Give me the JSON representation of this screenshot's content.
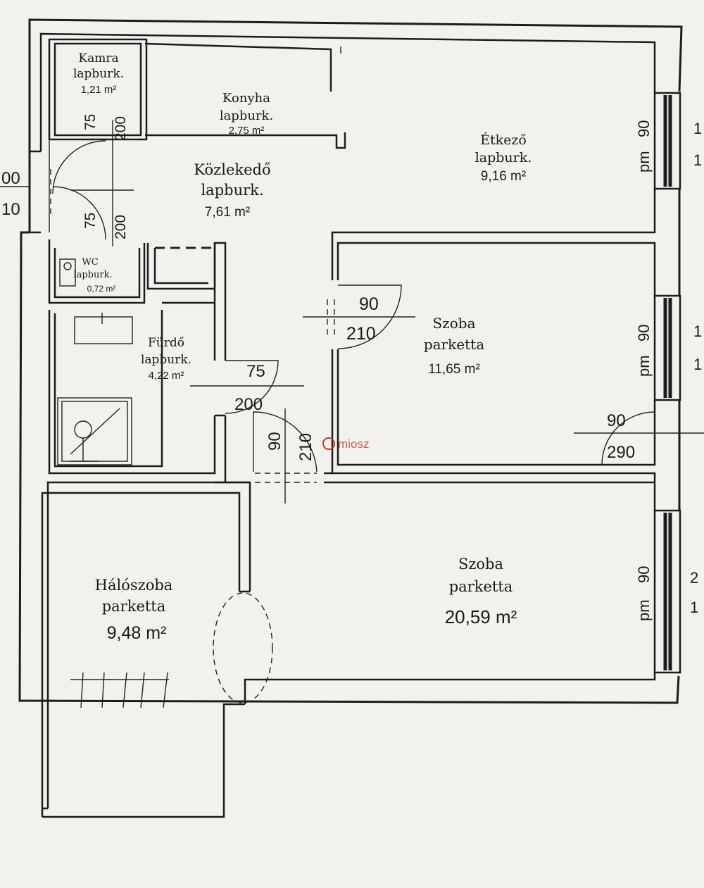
{
  "rooms": {
    "kamra": {
      "name": "Kamra",
      "finish": "lapburk.",
      "area": "1,21 m²"
    },
    "konyha": {
      "name": "Konyha",
      "finish": "lapburk.",
      "area": "2,75 m²"
    },
    "etkezo": {
      "name": "Étkező",
      "finish": "lapburk.",
      "area": "9,16 m²"
    },
    "kozleked": {
      "name": "Közlekedő",
      "finish": "lapburk.",
      "area": "7,61 m²"
    },
    "wc": {
      "name": "WC",
      "finish": "lapburk.",
      "area": "0,72 m²"
    },
    "furdo": {
      "name": "Fürdő",
      "finish": "lapburk.",
      "area": "4,22 m²"
    },
    "szoba1": {
      "name": "Szoba",
      "finish": "parketta",
      "area": "11,65 m²"
    },
    "haloszoba": {
      "name": "Hálószoba",
      "finish": "parketta",
      "area": "9,48 m²"
    },
    "szoba2": {
      "name": "Szoba",
      "finish": "parketta",
      "area": "20,59 m²"
    }
  },
  "dimensions": {
    "kamra_door_w": "75",
    "kamra_door_h": "200",
    "wc_door_w": "75",
    "wc_door_h": "200",
    "szoba1_door_w": "90",
    "szoba1_door_h": "210",
    "furdo_door_w": "75",
    "furdo_door_h": "200",
    "halo_door_w": "90",
    "halo_door_h": "210",
    "szoba2_door_w": "90",
    "szoba2_door_h": "290",
    "entry_top": "00",
    "entry_bottom": "10",
    "win1_w": "90",
    "win1_pm": "pm",
    "win1_r1": "1",
    "win1_r2": "1",
    "win2_w": "90",
    "win2_pm": "pm",
    "win2_r1": "1",
    "win2_r2": "1",
    "win3_w": "90",
    "win3_pm": "pm",
    "win3_r1": "2",
    "win3_r2": "1"
  },
  "watermark": "miosz",
  "colors": {
    "background": "#f2f1ee",
    "line": "#1c1c1c",
    "watermark": "#c0392b"
  }
}
